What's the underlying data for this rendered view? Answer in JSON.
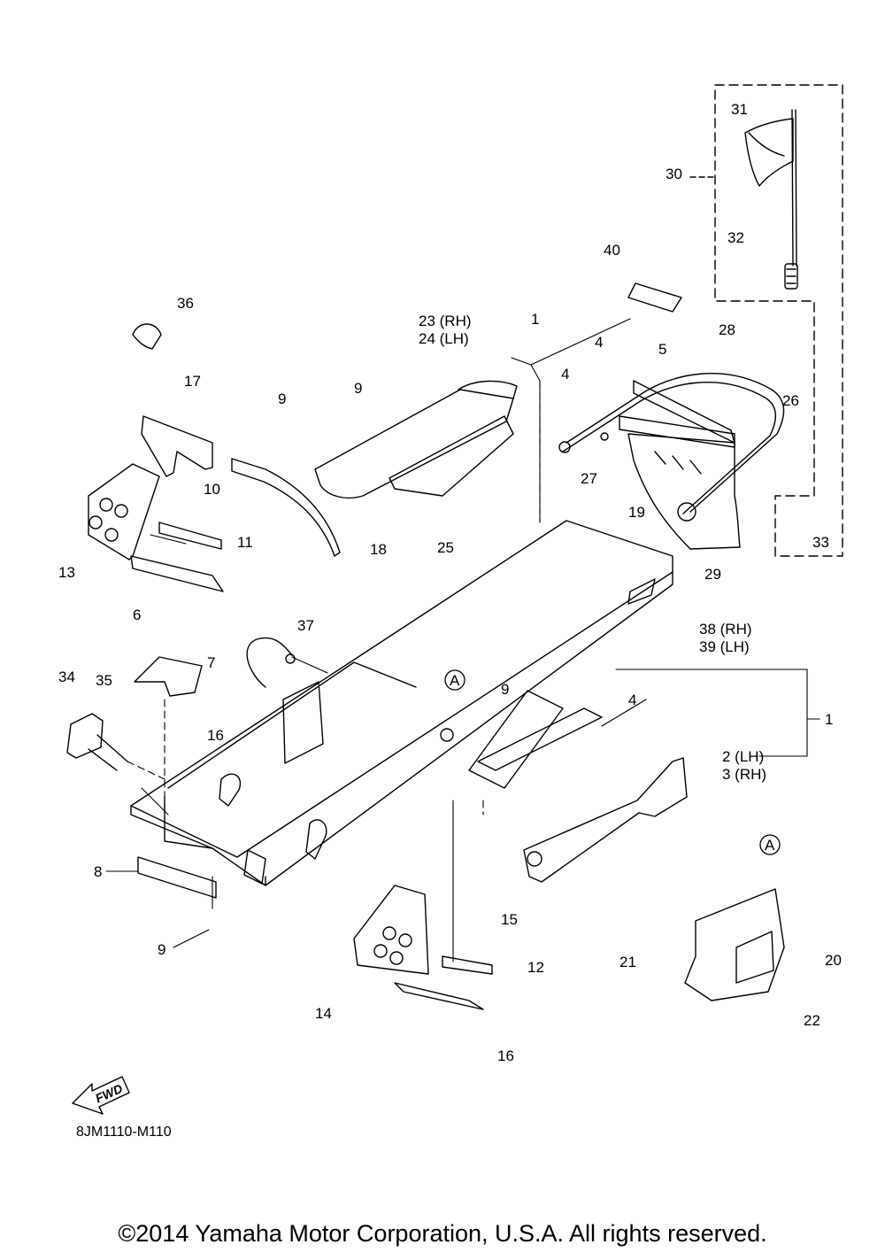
{
  "diagram": {
    "part_callouts": [
      "1",
      "2 (LH)",
      "3 (RH)",
      "4",
      "5",
      "6",
      "7",
      "8",
      "9",
      "10",
      "11",
      "12",
      "13",
      "14",
      "15",
      "16",
      "17",
      "18",
      "19",
      "20",
      "21",
      "22",
      "23 (RH)",
      "24 (LH)",
      "25",
      "26",
      "27",
      "28",
      "29",
      "30",
      "31",
      "32",
      "33",
      "34",
      "35",
      "36",
      "37",
      "38 (RH)",
      "39 (LH)",
      "40"
    ],
    "reference_marker": "A",
    "fwd_arrow": "FWD",
    "ref_code": "8JM1110-M110",
    "copyright": "©2014 Yamaha Motor Corporation, U.S.A. All rights reserved.",
    "icons": [
      "fwd-arrow-icon",
      "reference-circle-a-icon"
    ]
  }
}
